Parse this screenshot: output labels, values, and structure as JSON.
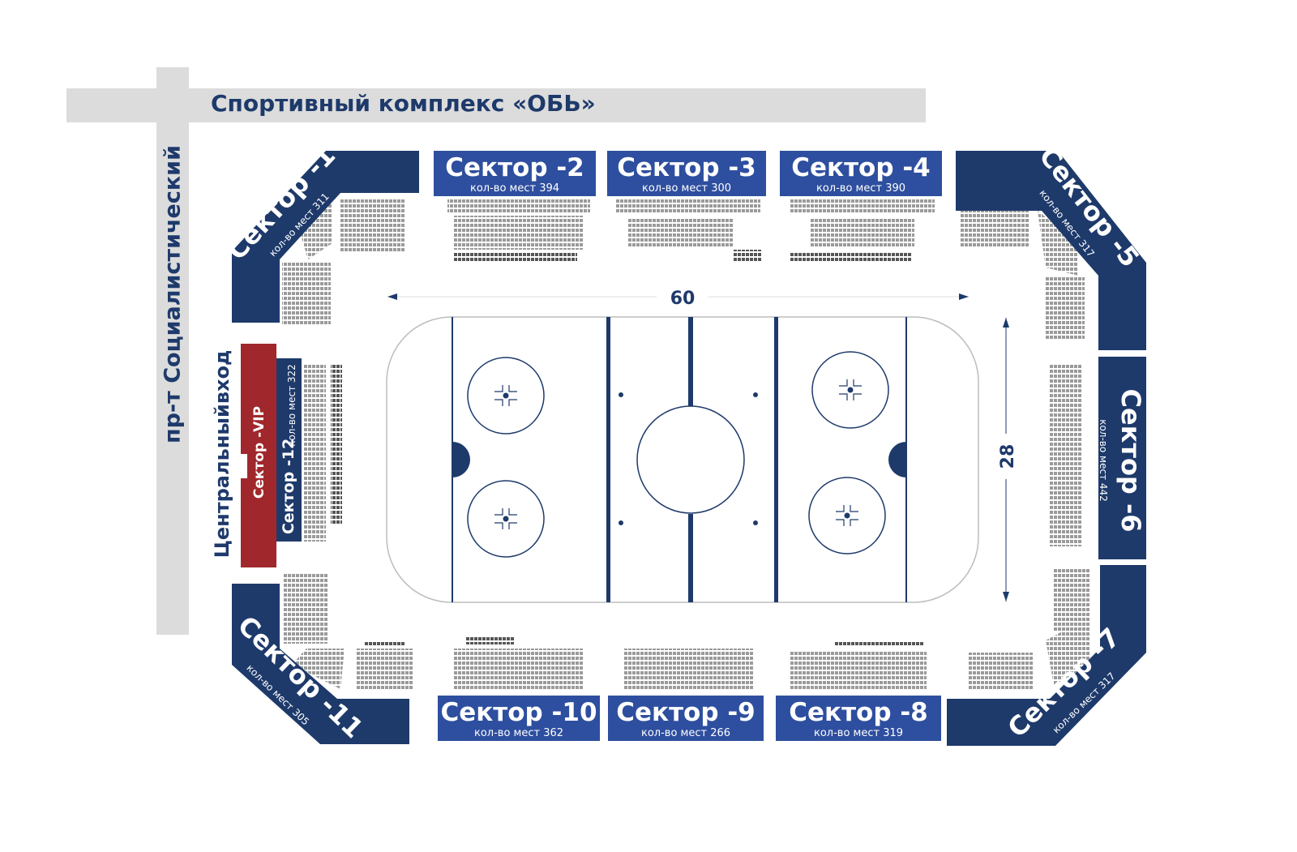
{
  "title": "Спортивный комплекс «ОБЬ»",
  "street": "пр-т Социалистический",
  "entrance": "Центральныйвход",
  "rink": {
    "length": "60",
    "width": "28"
  },
  "sectors": {
    "s1": {
      "name": "Сектор -1",
      "capacity": "кол-во мест 311"
    },
    "s2": {
      "name": "Сектор -2",
      "capacity": "кол-во мест 394"
    },
    "s3": {
      "name": "Сектор -3",
      "capacity": "кол-во мест 300"
    },
    "s4": {
      "name": "Сектор -4",
      "capacity": "кол-во мест 390"
    },
    "s5": {
      "name": "Сектор -5",
      "capacity": "кол-во мест 317"
    },
    "s6": {
      "name": "Сектор -6",
      "capacity": "кол-во мест 442"
    },
    "s7": {
      "name": "Сектор -7",
      "capacity": "кол-во мест 317"
    },
    "s8": {
      "name": "Сектор -8",
      "capacity": "кол-во мест 319"
    },
    "s9": {
      "name": "Сектор -9",
      "capacity": "кол-во мест 266"
    },
    "s10": {
      "name": "Сектор -10",
      "capacity": "кол-во мест 362"
    },
    "s11": {
      "name": "Сектор -11",
      "capacity": "кол-во мест 305"
    },
    "s12": {
      "name": "Сектор -12",
      "capacity": "кол-во мест 322"
    },
    "vip": {
      "name": "Сектор -VIP"
    }
  },
  "colors": {
    "navy": "#1e3a6b",
    "blue": "#2e4f9f",
    "vip": "#a0282c",
    "seat": "#999999",
    "street": "#dcdcdc"
  }
}
